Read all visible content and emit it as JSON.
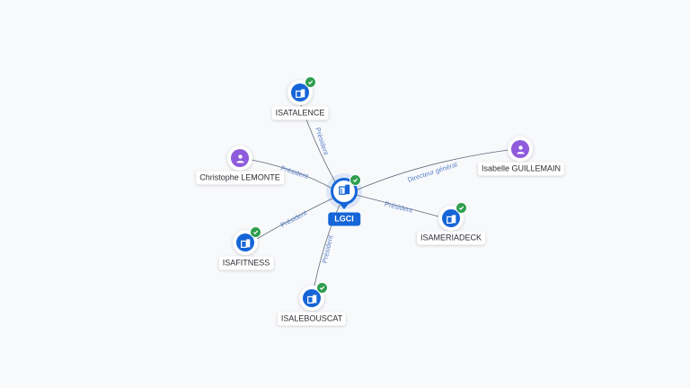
{
  "center": {
    "label": "LGCI",
    "icon": "building-icon",
    "verified": true
  },
  "nodes": [
    {
      "id": "isatalence",
      "label": "ISATALENCE",
      "kind": "company",
      "icon": "building-icon",
      "verified": true,
      "relation": "Président"
    },
    {
      "id": "christophe",
      "label": "Christophe LEMONTE",
      "kind": "person",
      "icon": "person-icon",
      "verified": false,
      "relation": "Président"
    },
    {
      "id": "isabelle",
      "label": "Isabelle GUILLEMAIN",
      "kind": "person",
      "icon": "person-icon",
      "verified": false,
      "relation": "Directeur général"
    },
    {
      "id": "isameriadeck",
      "label": "ISAMERIADECK",
      "kind": "company",
      "icon": "building-icon",
      "verified": true,
      "relation": "Président"
    },
    {
      "id": "isafitness",
      "label": "ISAFITNESS",
      "kind": "company",
      "icon": "building-icon",
      "verified": true,
      "relation": "Président"
    },
    {
      "id": "isalebouscat",
      "label": "ISALEBOUSCAT",
      "kind": "company",
      "icon": "building-icon",
      "verified": true,
      "relation": "Président"
    }
  ],
  "colors": {
    "company": "#1565d8",
    "person": "#8e5bdc",
    "verified": "#2e9e4f",
    "edge": "#5f6b7a",
    "edge_label": "#5b82c9"
  }
}
